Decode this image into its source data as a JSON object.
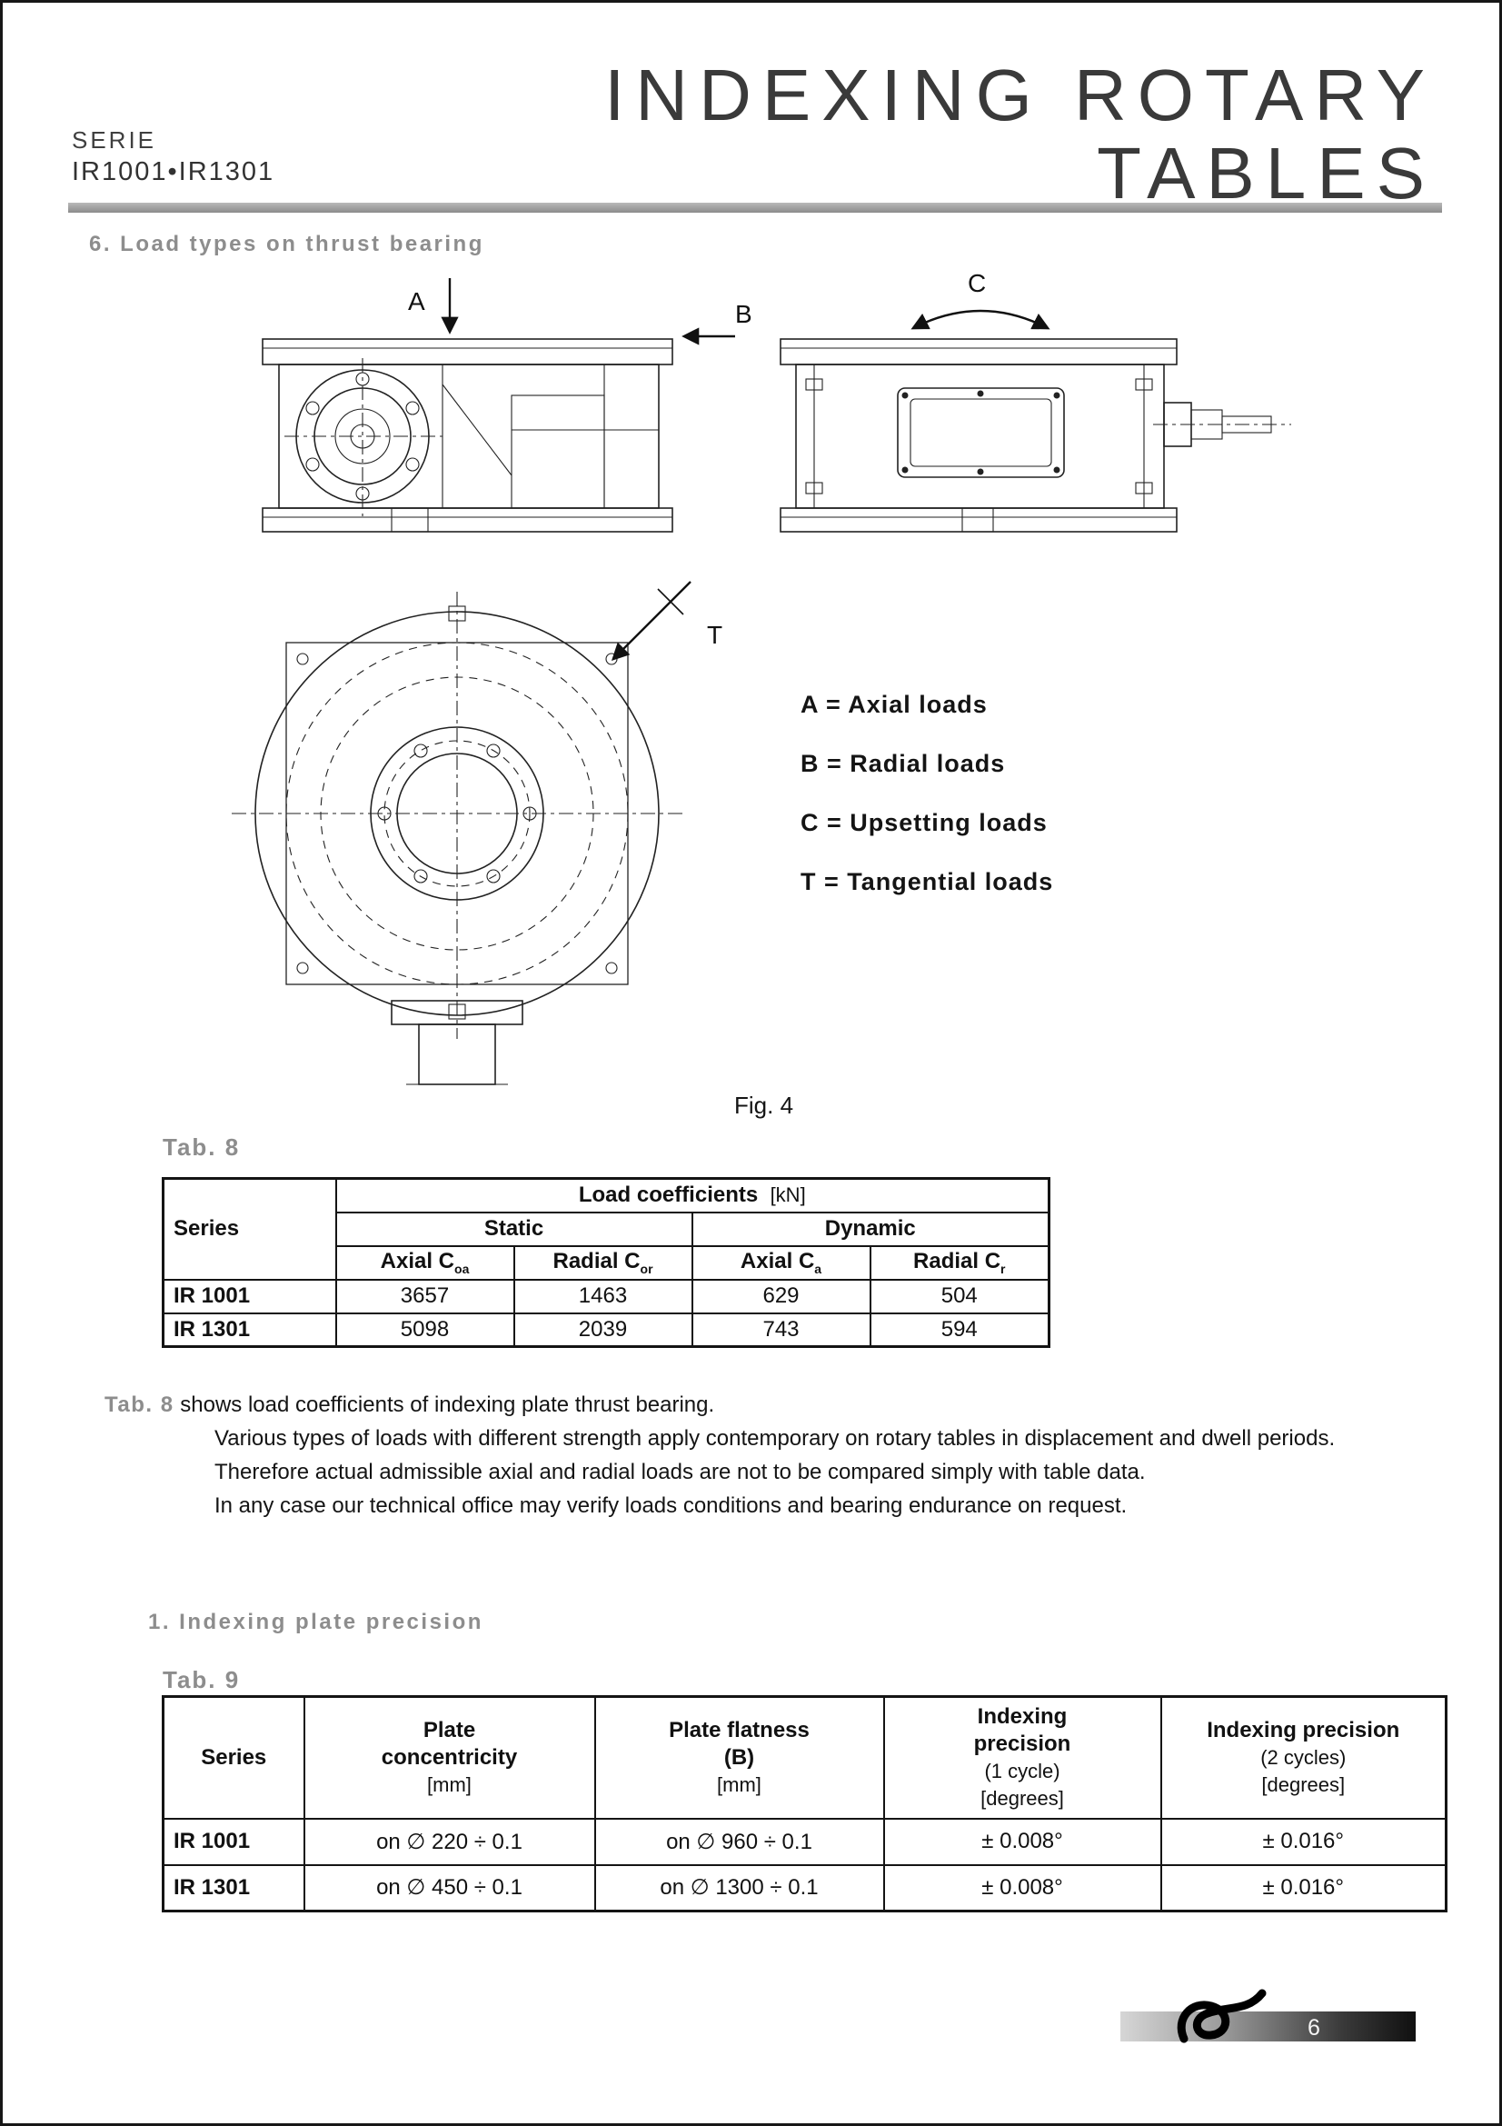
{
  "header": {
    "series_label": "SERIE",
    "series_value": "IR1001•IR1301",
    "title_line1": "INDEXING ROTARY",
    "title_line2": "TABLES"
  },
  "section_load": {
    "heading": "6. Load types on thrust bearing",
    "arrow_labels": {
      "a": "A",
      "b": "B",
      "c": "C",
      "t": "T"
    },
    "legend": [
      "A = Axial loads",
      "B = Radial loads",
      "C = Upsetting loads",
      "T = Tangential loads"
    ],
    "fig_caption": "Fig. 4"
  },
  "tab8": {
    "label": "Tab. 8",
    "series_header": "Series",
    "group_title": "Load coefficients",
    "group_unit": "[kN]",
    "static_header": "Static",
    "dynamic_header": "Dynamic",
    "columns": [
      {
        "label": "Axial C",
        "sub": "oa"
      },
      {
        "label": "Radial C",
        "sub": "or"
      },
      {
        "label": "Axial C",
        "sub": "a"
      },
      {
        "label": "Radial C",
        "sub": "r"
      }
    ],
    "rows": [
      {
        "series": "IR 1001",
        "values": [
          "3657",
          "1463",
          "629",
          "504"
        ]
      },
      {
        "series": "IR 1301",
        "values": [
          "5098",
          "2039",
          "743",
          "594"
        ]
      }
    ]
  },
  "notes": {
    "ref": "Tab. 8",
    "intro": "shows load coefficients of indexing plate thrust bearing.",
    "lines": [
      "Various types of loads with different strength apply contemporary on rotary tables in displacement and dwell periods.",
      "Therefore actual admissible axial and radial loads are not to be compared simply with table data.",
      "In any case our technical office may verify loads conditions and bearing endurance on request."
    ]
  },
  "section_precision": {
    "heading": "1. Indexing plate precision"
  },
  "tab9": {
    "label": "Tab. 9",
    "series_header": "Series",
    "col_concentricity": {
      "line1": "Plate",
      "line2": "concentricity",
      "unit": "[mm]"
    },
    "col_flatness": {
      "line1": "Plate flatness",
      "line2": "(B)",
      "unit": "[mm]"
    },
    "col_precision1": {
      "line1": "Indexing",
      "line2": "precision",
      "sub": "(1 cycle)",
      "unit": "[degrees]"
    },
    "col_precision2": {
      "line1": "Indexing precision",
      "sub": "(2 cycles)",
      "unit": "[degrees]"
    },
    "rows": [
      {
        "series": "IR 1001",
        "values": [
          "on ∅ 220  ÷  0.1",
          "on ∅ 960  ÷  0.1",
          "± 0.008°",
          "± 0.016°"
        ]
      },
      {
        "series": "IR 1301",
        "values": [
          "on ∅ 450  ÷  0.1",
          "on ∅ 1300  ÷  0.1",
          "± 0.008°",
          "± 0.016°"
        ]
      }
    ]
  },
  "footer": {
    "page_number": "6"
  }
}
